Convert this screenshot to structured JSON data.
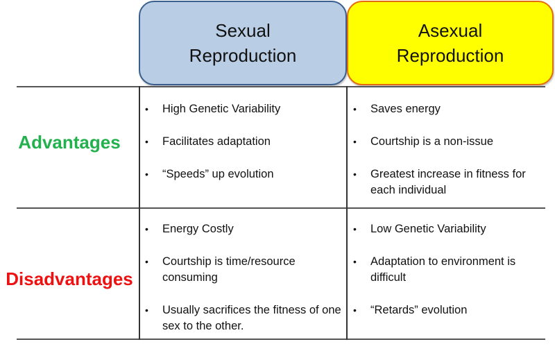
{
  "columns": [
    {
      "title_line1": "Sexual",
      "title_line2": "Reproduction",
      "fill": "#b9cde5",
      "border": "#3a5f8e"
    },
    {
      "title_line1": "Asexual",
      "title_line2": "Reproduction",
      "fill": "#ffff00",
      "border": "#e46c0a"
    }
  ],
  "rows": [
    {
      "label": "Advantages",
      "color": "#22b14c",
      "sexual": [
        "High Genetic Variability",
        "Facilitates adaptation",
        "“Speeds” up evolution"
      ],
      "asexual": [
        "Saves energy",
        "Courtship is a non-issue",
        "Greatest increase in fitness for each individual"
      ]
    },
    {
      "label": "Disadvantages",
      "color": "#ee1111",
      "sexual": [
        "Energy Costly",
        "Courtship is time/resource consuming",
        "Usually sacrifices the fitness of one sex to the other."
      ],
      "asexual": [
        "Low Genetic Variability",
        "Adaptation to environment is difficult",
        "“Retards” evolution"
      ]
    }
  ]
}
